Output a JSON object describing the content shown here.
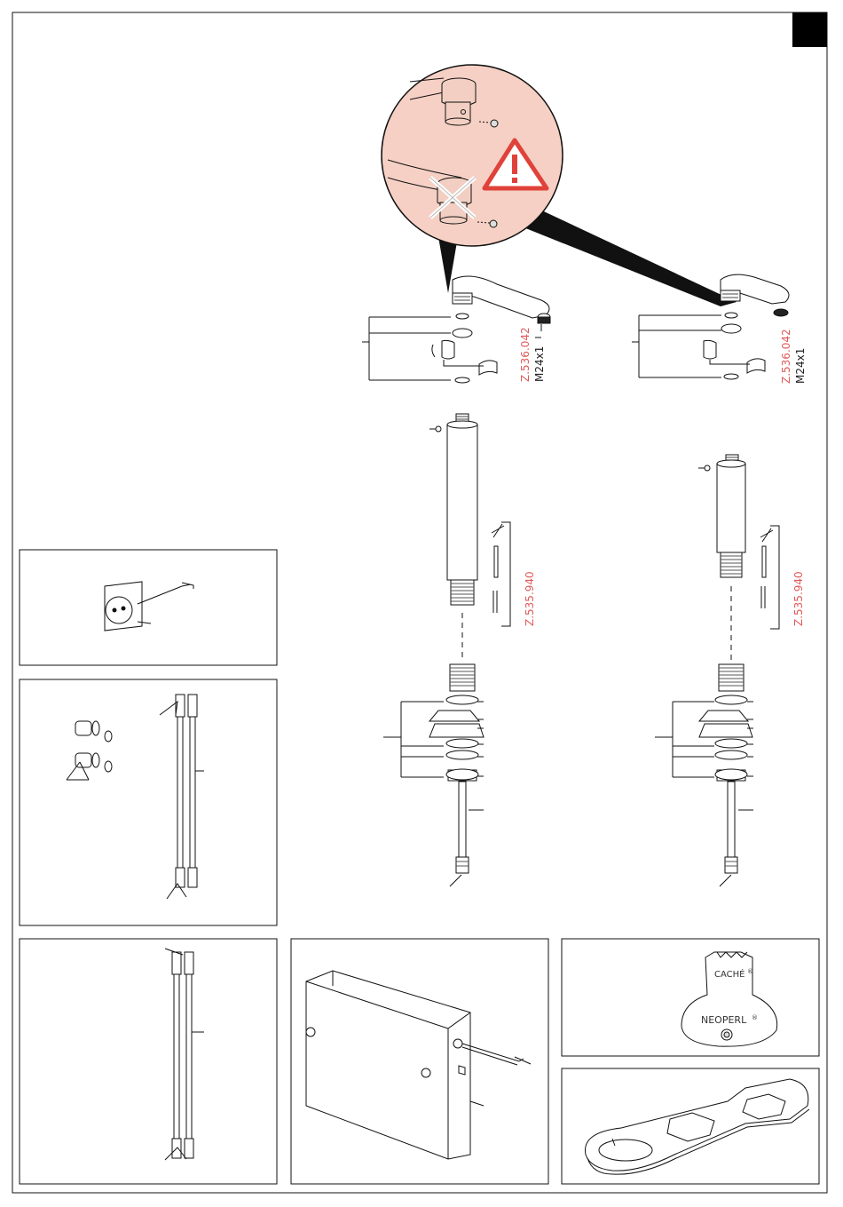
{
  "parts": {
    "left": {
      "aerator_code": "Z.536.042",
      "thread": "M24x1",
      "cartridge_code": "Z.535.940"
    },
    "right": {
      "aerator_code": "Z.536.042",
      "thread": "M24x1",
      "cartridge_code": "Z.535.940"
    }
  },
  "tool_key": {
    "top_text": "CACHÉ",
    "brand_text": "NEOPERL"
  },
  "colors": {
    "warning_fill": "#f6d0c4",
    "warning_red": "#e0423a",
    "label_red": "#e05a5a",
    "tab_black": "#000000"
  },
  "icons": [
    "warning-triangle-icon",
    "registered-mark-icon"
  ]
}
